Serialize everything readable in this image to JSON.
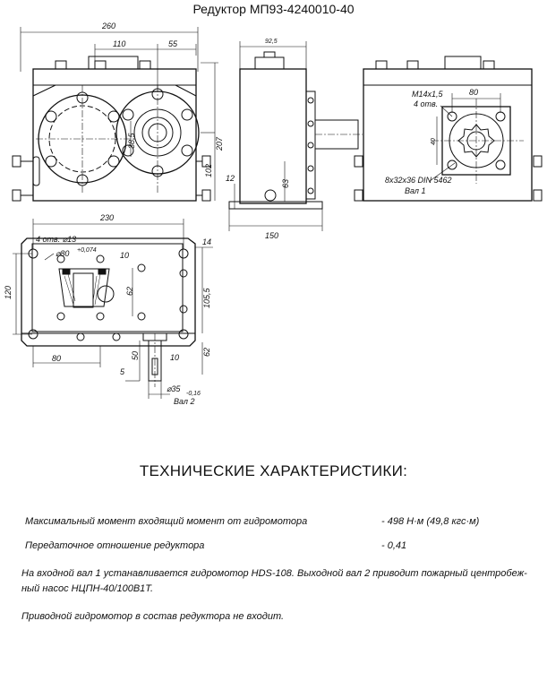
{
  "title": "Редуктор МП93-4240010-40",
  "drawing": {
    "dims": {
      "d260": "260",
      "d110": "110",
      "d55": "55",
      "d92_5": "92,5",
      "d207": "207",
      "d102": "102",
      "d38_5": "38,5",
      "d12": "12",
      "d63": "63",
      "d150": "150",
      "m14": "М14х1,5",
      "m14_count": "4 отв.",
      "d80_right": "80",
      "d40": "40",
      "spline": "8х32х36 DIN 5462",
      "shaft1": "Вал 1",
      "d230": "230",
      "holes": "4 отв. ⌀13",
      "d14": "14",
      "bore": "⌀80",
      "bore_tol": "+0,074",
      "d10_top": "10",
      "d62_mid": "62",
      "d120": "120",
      "d105_5": "105,5",
      "d80_bottom": "80",
      "d50": "50",
      "d10_bottom": "10",
      "d62_side": "62",
      "d5": "5",
      "shaft_dia": "⌀35",
      "shaft_tol": "-0,16",
      "shaft2": "Вал 2"
    }
  },
  "specs_heading": "ТЕХНИЧЕСКИЕ ХАРАКТЕРИСТИКИ:",
  "specs": [
    {
      "label": "Максимальный момент входящий момент от гидромотора",
      "value": "- 498 Н·м (49,8 кгс·м)"
    },
    {
      "label": "Передаточное отношение редуктора",
      "value": "- 0,41"
    }
  ],
  "notes": [
    "На входной вал 1 устанавливается гидромотор  HDS-108. Выходной вал 2 приводит пожарный центробеж-ный насос НЦПН-40/100В1Т.",
    "Приводной гидромотор в состав редуктора не входит."
  ]
}
